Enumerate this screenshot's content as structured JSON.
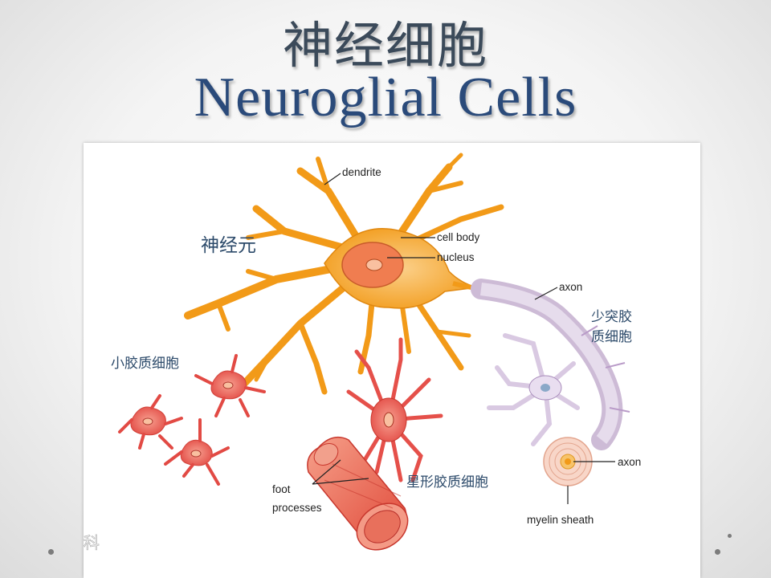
{
  "title_cn": "神经细胞",
  "title_en": "Neuroglial Cells",
  "labels": {
    "dendrite": "dendrite",
    "cell_body": "cell body",
    "nucleus": "nucleus",
    "axon_top": "axon",
    "axon_bottom": "axon",
    "myelin_sheath": "myelin sheath",
    "foot": "foot",
    "processes": "processes"
  },
  "cn_labels": {
    "neuron": "神经元",
    "oligodendrocyte_line1": "少突胶",
    "oligodendrocyte_line2": "质细胞",
    "microglia": "小胶质细胞",
    "astrocyte": "星形胶质细胞"
  },
  "watermark": "Bai 百科",
  "colors": {
    "title_cn": "#3b4a5a",
    "title_en": "#2a4a7a",
    "neuron": "#f5a21f",
    "glia": "#e8504a",
    "oligodendrocyte": "#d9cbe0"
  }
}
